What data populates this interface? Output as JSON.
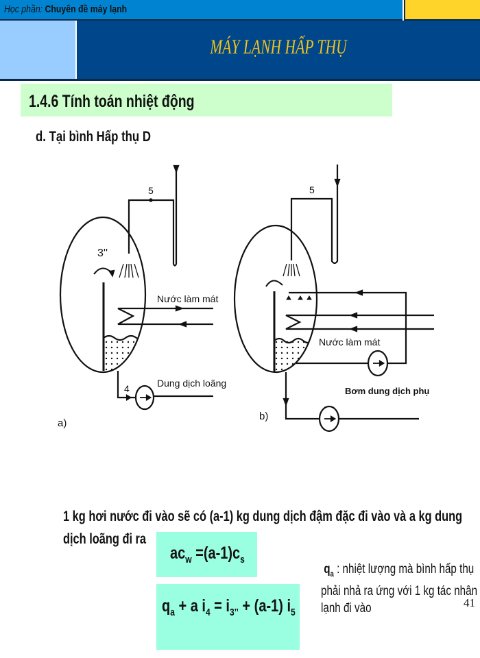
{
  "header": {
    "course_prefix": "Học phần:",
    "course_name": "Chuyên đề máy lạnh",
    "title": "MÁY LẠNH HẤP THỤ",
    "colors": {
      "topbar": "#0084d1",
      "accent_yellow": "#ffd42a",
      "navy": "#00468a",
      "light_blue": "#99ccff",
      "title_text": "#f2c31b"
    }
  },
  "section": {
    "heading": "1.4.6  Tính toán nhiệt động",
    "subheading": "d. Tại bình Hấp thụ D"
  },
  "diagram": {
    "a": {
      "label": "a)",
      "point_3": "3''",
      "point_5": "5",
      "point_4": "4",
      "cooling_water": "Nước làm mát",
      "dilute_solution": "Dung dịch loãng"
    },
    "b": {
      "label": "b)",
      "point_5": "5",
      "cooling_water": "Nước làm mát",
      "aux_pump": "Bơm dung dịch phụ"
    }
  },
  "body": {
    "paragraph": "1 kg hơi nước đi vào sẽ có (a-1) kg dung dịch đậm đặc đi vào và a kg dung dịch loãng đi ra",
    "eq1": {
      "lhs": "ac",
      "lhs_sub": "w",
      "rhs": " =(a-1)c",
      "rhs_sub": "s"
    },
    "eq2": {
      "p1": "q",
      "s1": "a",
      "p2": " + a i",
      "s2": "4",
      "p3": " = i",
      "s3": "3’’",
      "p4": " + (a-1) i",
      "s4": "5"
    },
    "explain_symbol": "q",
    "explain_symbol_sub": "a",
    "explain_text": " : nhiệt lượng mà bình hấp thụ phải nhả ra ứng với 1 kg tác nhân lạnh đi vào"
  },
  "page_number": "41"
}
